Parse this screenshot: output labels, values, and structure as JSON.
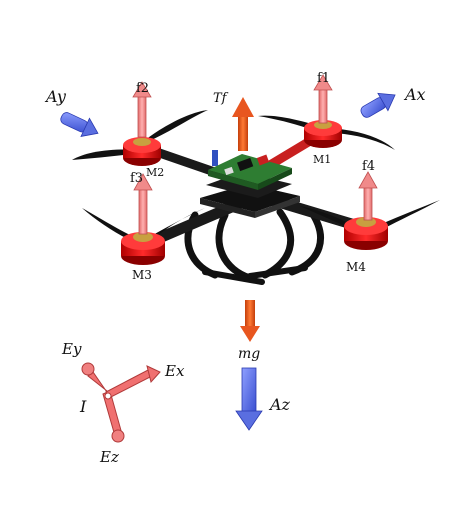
{
  "colors": {
    "thrust_arrow": "#f08a8a",
    "torque_arrow": "#e8561f",
    "gravity_arrow": "#e8561f",
    "angular_accel_arrow": "#5a6ee0",
    "inertial_frame": "#f07070",
    "motor": "#e01818",
    "frame": "#1a1a1a",
    "board": "#2e7d32"
  },
  "labels": {
    "f1": "f1",
    "f2": "f2",
    "f3": "f3",
    "f4": "f4",
    "M1": "M1",
    "M2": "M2",
    "M3": "M3",
    "M4": "M4",
    "Tf": "Tf",
    "Ax": "Ax",
    "Ay": "Ay",
    "Az": "Az",
    "mg": "mg",
    "Ex": "Ex",
    "Ey": "Ey",
    "Ez": "Ez",
    "I": "I"
  },
  "icons": {
    "quadrotor": "quadrotor-drone-icon",
    "inertial_frame": "coordinate-axes-icon"
  }
}
